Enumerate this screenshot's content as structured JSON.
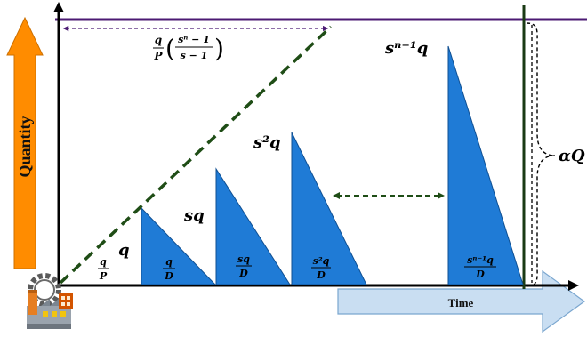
{
  "labels": {
    "quantity": "Quantity",
    "time": "Time",
    "alpha_q": "αQ",
    "formula_num": "q",
    "formula_den": "P",
    "formula_paren_num": "sⁿ − 1",
    "formula_paren_den": "s − 1"
  },
  "cycles": [
    {
      "top": "q",
      "bottom_num": "q",
      "bottom_den": "D"
    },
    {
      "top": "sq",
      "bottom_num": "sq",
      "bottom_den": "D"
    },
    {
      "top": "s²q",
      "bottom_num": "s²q",
      "bottom_den": "D"
    },
    {
      "top": "sⁿ⁻¹q",
      "bottom_num": "sⁿ⁻¹q",
      "bottom_den": "D"
    }
  ],
  "small_fraction": {
    "num": "q",
    "den": "P"
  },
  "colors": {
    "triangle": "#1f7bd6",
    "triangle_edge": "#0f4f92",
    "quantity_arrow": "#ff8c00",
    "time_arrow": "#c9def2",
    "dashed_line": "#1f4d16",
    "top_line": "#4b1a73",
    "vertical_line": "#1a3a14"
  },
  "icons": {
    "factory": "factory-gear-icon"
  }
}
